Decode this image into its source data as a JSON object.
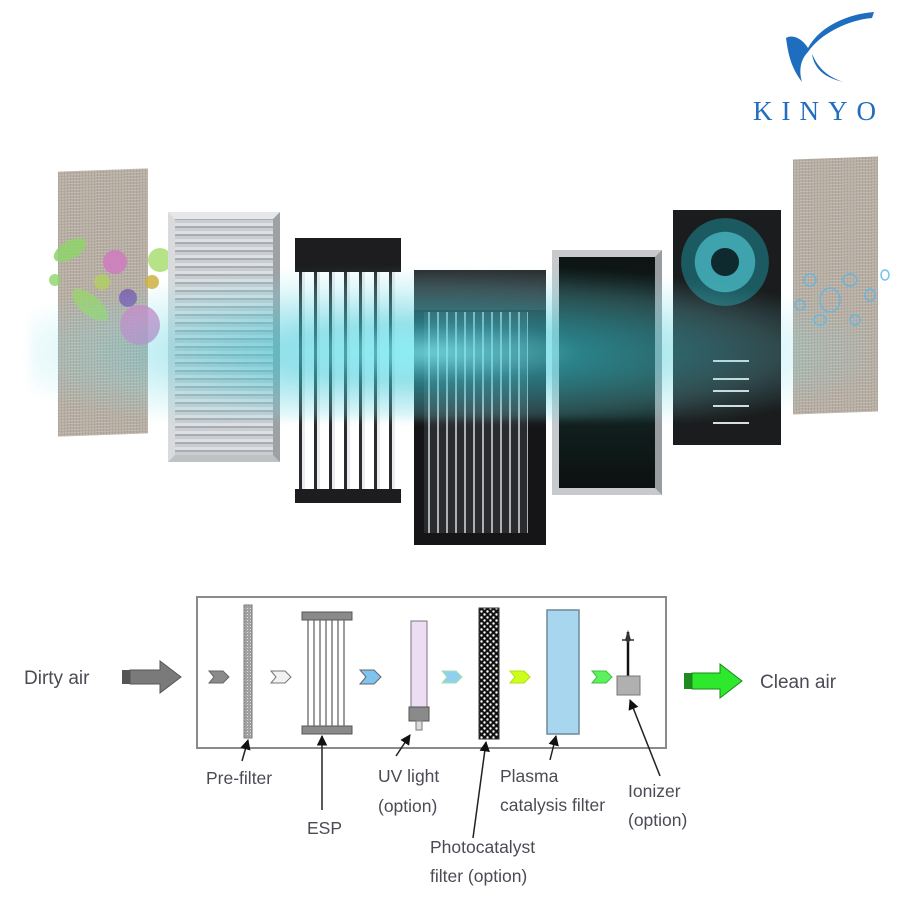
{
  "brand": {
    "name": "KINYO",
    "logo_color": "#1f6dbf"
  },
  "photo": {
    "description": "Exploded view of air purifier filter stages with airflow beam",
    "panels": [
      {
        "name": "pre-filter-mesh",
        "color": "#b7aea3"
      },
      {
        "name": "metal-frame-filter",
        "color": "#c9ccd0"
      },
      {
        "name": "esp-rod-module",
        "color": "#1d1d1f"
      },
      {
        "name": "uv-lamp-module",
        "color": "#151517"
      },
      {
        "name": "photocatalyst-panel",
        "color": "#0d1413"
      },
      {
        "name": "fan-unit",
        "color": "#3ea3ad"
      },
      {
        "name": "outlet-mesh",
        "color": "#b7aea3"
      }
    ],
    "beam_color": "#5cd2dc"
  },
  "diagram": {
    "inlet_label": "Dirty air",
    "outlet_label": "Clean air",
    "inlet_arrow_color": "#7a7a7a",
    "outlet_arrow_color": "#2ee82e",
    "flow_chevron_colors": [
      "#8a8a8a",
      "#f2f2f2",
      "#7fc3f0",
      "#8fd0f0",
      "#ccff1a",
      "#5df25d"
    ],
    "components": [
      {
        "id": "pre-filter",
        "label_lines": [
          "Pre-filter"
        ]
      },
      {
        "id": "esp",
        "label_lines": [
          "ESP"
        ]
      },
      {
        "id": "uv-light",
        "label_lines": [
          "UV light",
          "(option)"
        ]
      },
      {
        "id": "photocatalyst-filter",
        "label_lines": [
          "Photocatalyst",
          "filter (option)"
        ]
      },
      {
        "id": "plasma-catalysis-filter",
        "label_lines": [
          "Plasma",
          "catalysis filter"
        ]
      },
      {
        "id": "ionizer",
        "label_lines": [
          "Ionizer",
          "(option)"
        ]
      }
    ]
  }
}
